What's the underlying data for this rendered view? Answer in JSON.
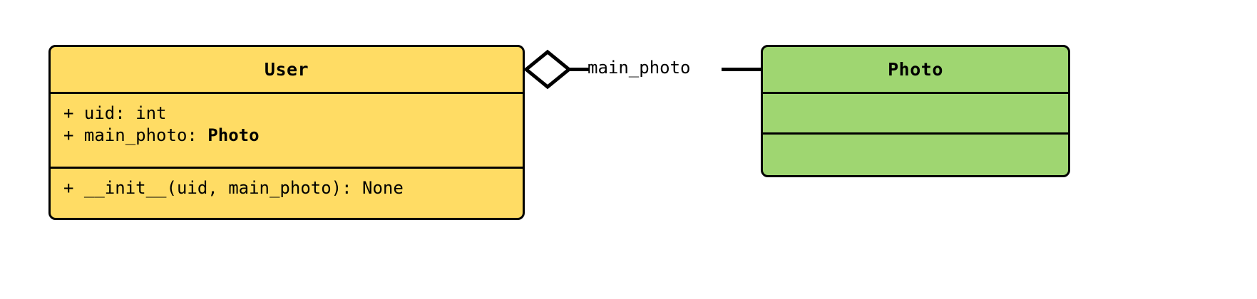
{
  "diagram": {
    "type": "uml-class-diagram",
    "background_color": "#ffffff",
    "line_color": "#000000",
    "classes": [
      {
        "id": "user",
        "name": "User",
        "fill_color": "#FFDC64",
        "attributes": [
          {
            "text": "+ uid: int",
            "visibility": "+",
            "name": "uid",
            "type": "int",
            "type_bold": false
          },
          {
            "text": "+ main_photo: ",
            "visibility": "+",
            "name": "main_photo",
            "type": "Photo",
            "type_bold": true
          }
        ],
        "methods": [
          {
            "text": "+ __init__(uid, main_photo): None",
            "visibility": "+",
            "name": "__init__",
            "params": "uid, main_photo",
            "returns": "None"
          }
        ]
      },
      {
        "id": "photo",
        "name": "Photo",
        "fill_color": "#9FD671",
        "attributes": [],
        "methods": []
      }
    ],
    "relationships": [
      {
        "id": "user-photo-aggregation",
        "kind": "aggregation",
        "marker": "hollow-diamond",
        "source": "User",
        "target": "Photo",
        "label": "main_photo"
      }
    ]
  }
}
